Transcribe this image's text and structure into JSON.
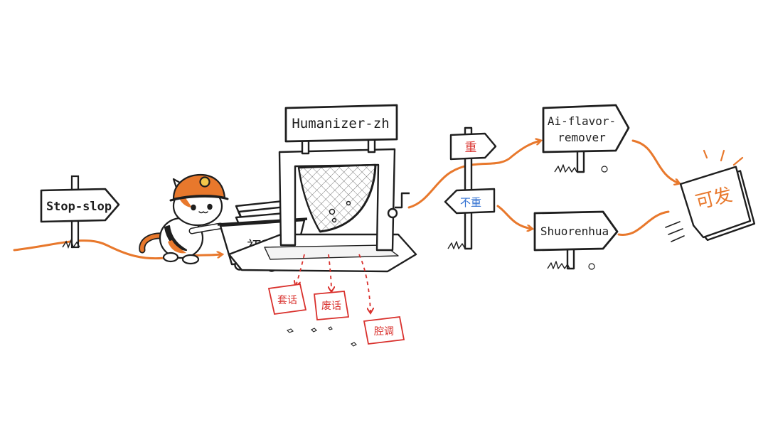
{
  "signs": {
    "stop_slop": "Stop-slop",
    "humanizer": "Humanizer-zh",
    "heavy": "重",
    "light": "不重",
    "ai_flavor_line1": "Ai-flavor-",
    "ai_flavor_line2": "remover",
    "shuorenhua": "Shuorenhua"
  },
  "cart_label": "初稿",
  "waste": [
    "套话",
    "废话",
    "腔调"
  ],
  "output_label": "可发",
  "colors": {
    "path_orange": "#e8782c",
    "waste_red": "#d9302c",
    "heavy_red": "#d9302c",
    "light_blue": "#2f6fd1",
    "ink": "#1e1e1e",
    "helmet": "#e8782c"
  }
}
